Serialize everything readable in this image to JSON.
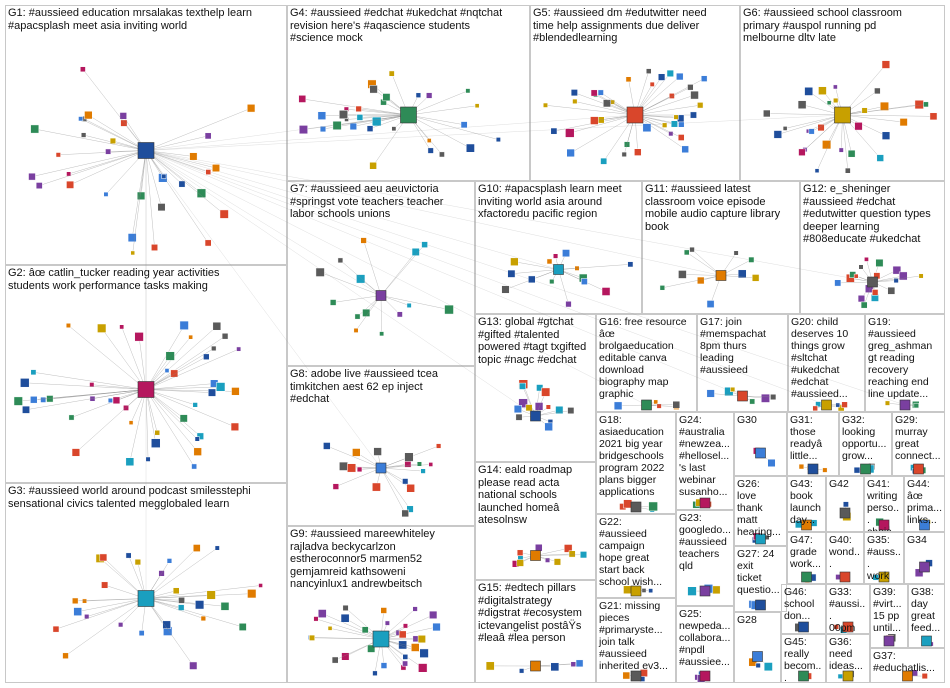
{
  "graph": {
    "colors": {
      "edge": "#8a8a8a",
      "border": "#c8c8c8",
      "node_palette": [
        "#1f4e9c",
        "#2e8b57",
        "#d9462b",
        "#c8a000",
        "#7a3fa0",
        "#1a9fbf",
        "#e07b00",
        "#5a5a5a",
        "#b5175e",
        "#3b7dd8"
      ]
    },
    "groups": [
      {
        "id": "G1",
        "label": "G1: #aussieed education mrsalakas texthelp learn\n#apacsplash meet asia inviting world",
        "nodes": 32
      },
      {
        "id": "G4",
        "label": "G4: #aussieed #edchat #ukedchat #nqtchat\nrevision here's #aqascience students\n#science mock",
        "nodes": 30
      },
      {
        "id": "G5",
        "label": "G5: #aussieed dm #edutwitter need\ntime help assignments due deliver\n#blendedlearning",
        "nodes": 38
      },
      {
        "id": "G6",
        "label": "G6: #aussieed school classroom\nprimary #auspol running pd\nmelbourne dltv late",
        "nodes": 30
      },
      {
        "id": "G7",
        "label": "G7: #aussieed aeu aeuvictoria\n#springst vote teachers teacher\nlabor schools unions",
        "nodes": 14
      },
      {
        "id": "G10",
        "label": "G10: #apacsplash learn meet\ninviting world asia around\nxfactoredu pacific region",
        "nodes": 14
      },
      {
        "id": "G11",
        "label": "G11: #aussieed latest\nclassroom voice episode\nmobile audio capture library\nbook",
        "nodes": 10
      },
      {
        "id": "G12",
        "label": "G12: e_sheninger\n#aussieed #edchat\n#edutwitter question types\ndeeper learning\n#808educate #ukedchat",
        "nodes": 18
      },
      {
        "id": "G2",
        "label": "G2: âœ catlin_tucker reading year activities\nstudents work performance tasks making",
        "nodes": 44
      },
      {
        "id": "G8",
        "label": "G8: adobe live #aussieed tcea\ntimkitchen aest 62 ep inject\n#edchat",
        "nodes": 18
      },
      {
        "id": "G13",
        "label": "G13: global #gtchat\n#gifted #talented\npowered #tagt txgifted\ntopic #nagc #edchat",
        "nodes": 14
      },
      {
        "id": "G16",
        "label": "G16: free resource\nâœ\nbrolgaeducation\neditable canva\ndownload\nbiography map\ngraphic",
        "nodes": 6
      },
      {
        "id": "G17",
        "label": "G17: join\n#memspachat\n8pm thurs\nleading\n#aussieed",
        "nodes": 6
      },
      {
        "id": "G20",
        "label": "G20: child\ndeserves 10\nthings grow\n#sltchat\n#ukedchat\n#edchat\n#aussieed...",
        "nodes": 5
      },
      {
        "id": "G19",
        "label": "G19:\n#aussieed\ngreg_ashman\ngt reading\nrecovery\nreaching end\nline update...",
        "nodes": 5
      },
      {
        "id": "G3",
        "label": "G3: #aussieed world around podcast smilesstephi\nsensational civics talented megglobaled learn",
        "nodes": 30
      },
      {
        "id": "G14",
        "label": "G14: eald roadmap\nplease read acta\nnational schools\nlaunched homeâ\natesolnsw",
        "nodes": 10
      },
      {
        "id": "G18",
        "label": "G18:\nasiaeducation\n2021 big year\nbridgeschools\nprogram 2022\nplans bigger\napplications",
        "nodes": 4
      },
      {
        "id": "G24",
        "label": "G24:\n#australia\n#newzea...\n#hellosel...\n's last\nwebinar\nsusanho...",
        "nodes": 3
      },
      {
        "id": "G30",
        "label": "G30",
        "nodes": 3
      },
      {
        "id": "G31",
        "label": "G31:\nthose\nreadyâ\nlittle...",
        "nodes": 3
      },
      {
        "id": "G32",
        "label": "G32:\nlooking\nopportu...\ngrow...",
        "nodes": 3
      },
      {
        "id": "G29",
        "label": "G29:\nmurray\ngreat\nconnect...",
        "nodes": 3
      },
      {
        "id": "G22",
        "label": "G22:\n#aussieed\ncampaign\nhope great\nstart back\nschool wish...",
        "nodes": 4
      },
      {
        "id": "G23",
        "label": "G23:\ngoogledo...\n#aussieed\nteachers\nqld",
        "nodes": 3
      },
      {
        "id": "G26",
        "label": "G26:\nlove\nthank\nmatt\nhearing...",
        "nodes": 3
      },
      {
        "id": "G43",
        "label": "G43:\nbook\nlaunch\nday...",
        "nodes": 2
      },
      {
        "id": "G42",
        "label": "G42",
        "nodes": 2
      },
      {
        "id": "G41",
        "label": "G41:\nwriting\nperso...\nchoic...",
        "nodes": 2
      },
      {
        "id": "G44",
        "label": "G44:\nâœ\nprima...\nlinks...",
        "nodes": 2
      },
      {
        "id": "G27",
        "label": "G27: 24\nexit\nticket\nquestio...",
        "nodes": 3
      },
      {
        "id": "G47",
        "label": "G47:\ngrade\nwork...",
        "nodes": 2
      },
      {
        "id": "G40",
        "label": "G40:\nwond...",
        "nodes": 2
      },
      {
        "id": "G35",
        "label": "G35:\n#auss...\nwork\nbeauti...",
        "nodes": 2
      },
      {
        "id": "G34",
        "label": "G34",
        "nodes": 2
      },
      {
        "id": "G9",
        "label": "G9: #aussieed mareewhiteley\nrajladva beckycarlzon\nestheroconnor5 marmen52\ngemjamreid kathsoweni\nnancyinlux1 andrewbeitsch",
        "nodes": 30
      },
      {
        "id": "G15",
        "label": "G15: #edtech pillars\n#digitalstrategy\n#digstrat #ecosystem\nictevangelist postâŸs\n#leaâ #lea person",
        "nodes": 5
      },
      {
        "id": "G21",
        "label": "G21: missing\npieces\n#primaryste...\njoin talk\n#aussieed\ninherited ev3...",
        "nodes": 3
      },
      {
        "id": "G25",
        "label": "G25:\nnewpeda...\ncollabora...\n#npdl\n#aussiee...",
        "nodes": 3
      },
      {
        "id": "G28",
        "label": "G28",
        "nodes": 3
      },
      {
        "id": "G46",
        "label": "G46:\nschool\ndon...",
        "nodes": 2
      },
      {
        "id": "G45",
        "label": "G45:\nreally\nbecom...",
        "nodes": 2
      },
      {
        "id": "G33",
        "label": "G33:\n#aussi...\n00pm",
        "nodes": 2
      },
      {
        "id": "G36",
        "label": "G36:\nneed\nideas...",
        "nodes": 2
      },
      {
        "id": "G39",
        "label": "G39:\n#virt...\n15 pp\nuntil...",
        "nodes": 2
      },
      {
        "id": "G38",
        "label": "G38:\nday\ngreat\nfeed...",
        "nodes": 2
      },
      {
        "id": "G37",
        "label": "G37:\n#educhatlis...",
        "nodes": 2
      }
    ]
  }
}
